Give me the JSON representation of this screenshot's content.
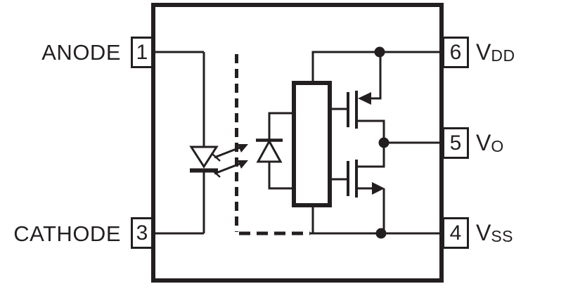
{
  "pins": {
    "pin1": {
      "number": "1",
      "label": "ANODE",
      "side": "left"
    },
    "pin3": {
      "number": "3",
      "label": "CATHODE",
      "side": "left"
    },
    "pin6": {
      "number": "6",
      "label_main": "V",
      "label_sub": "DD",
      "side": "right"
    },
    "pin5": {
      "number": "5",
      "label_main": "V",
      "label_sub": "O",
      "side": "right"
    },
    "pin4": {
      "number": "4",
      "label_main": "V",
      "label_sub": "SS",
      "side": "right"
    }
  },
  "symbols": [
    "led-diode",
    "light-emission-arrows",
    "optical-isolation-barrier",
    "photodiode",
    "amplifier-block",
    "upper-mosfet",
    "lower-mosfet"
  ],
  "colors": {
    "ink": "#231f20",
    "background": "#ffffff"
  }
}
